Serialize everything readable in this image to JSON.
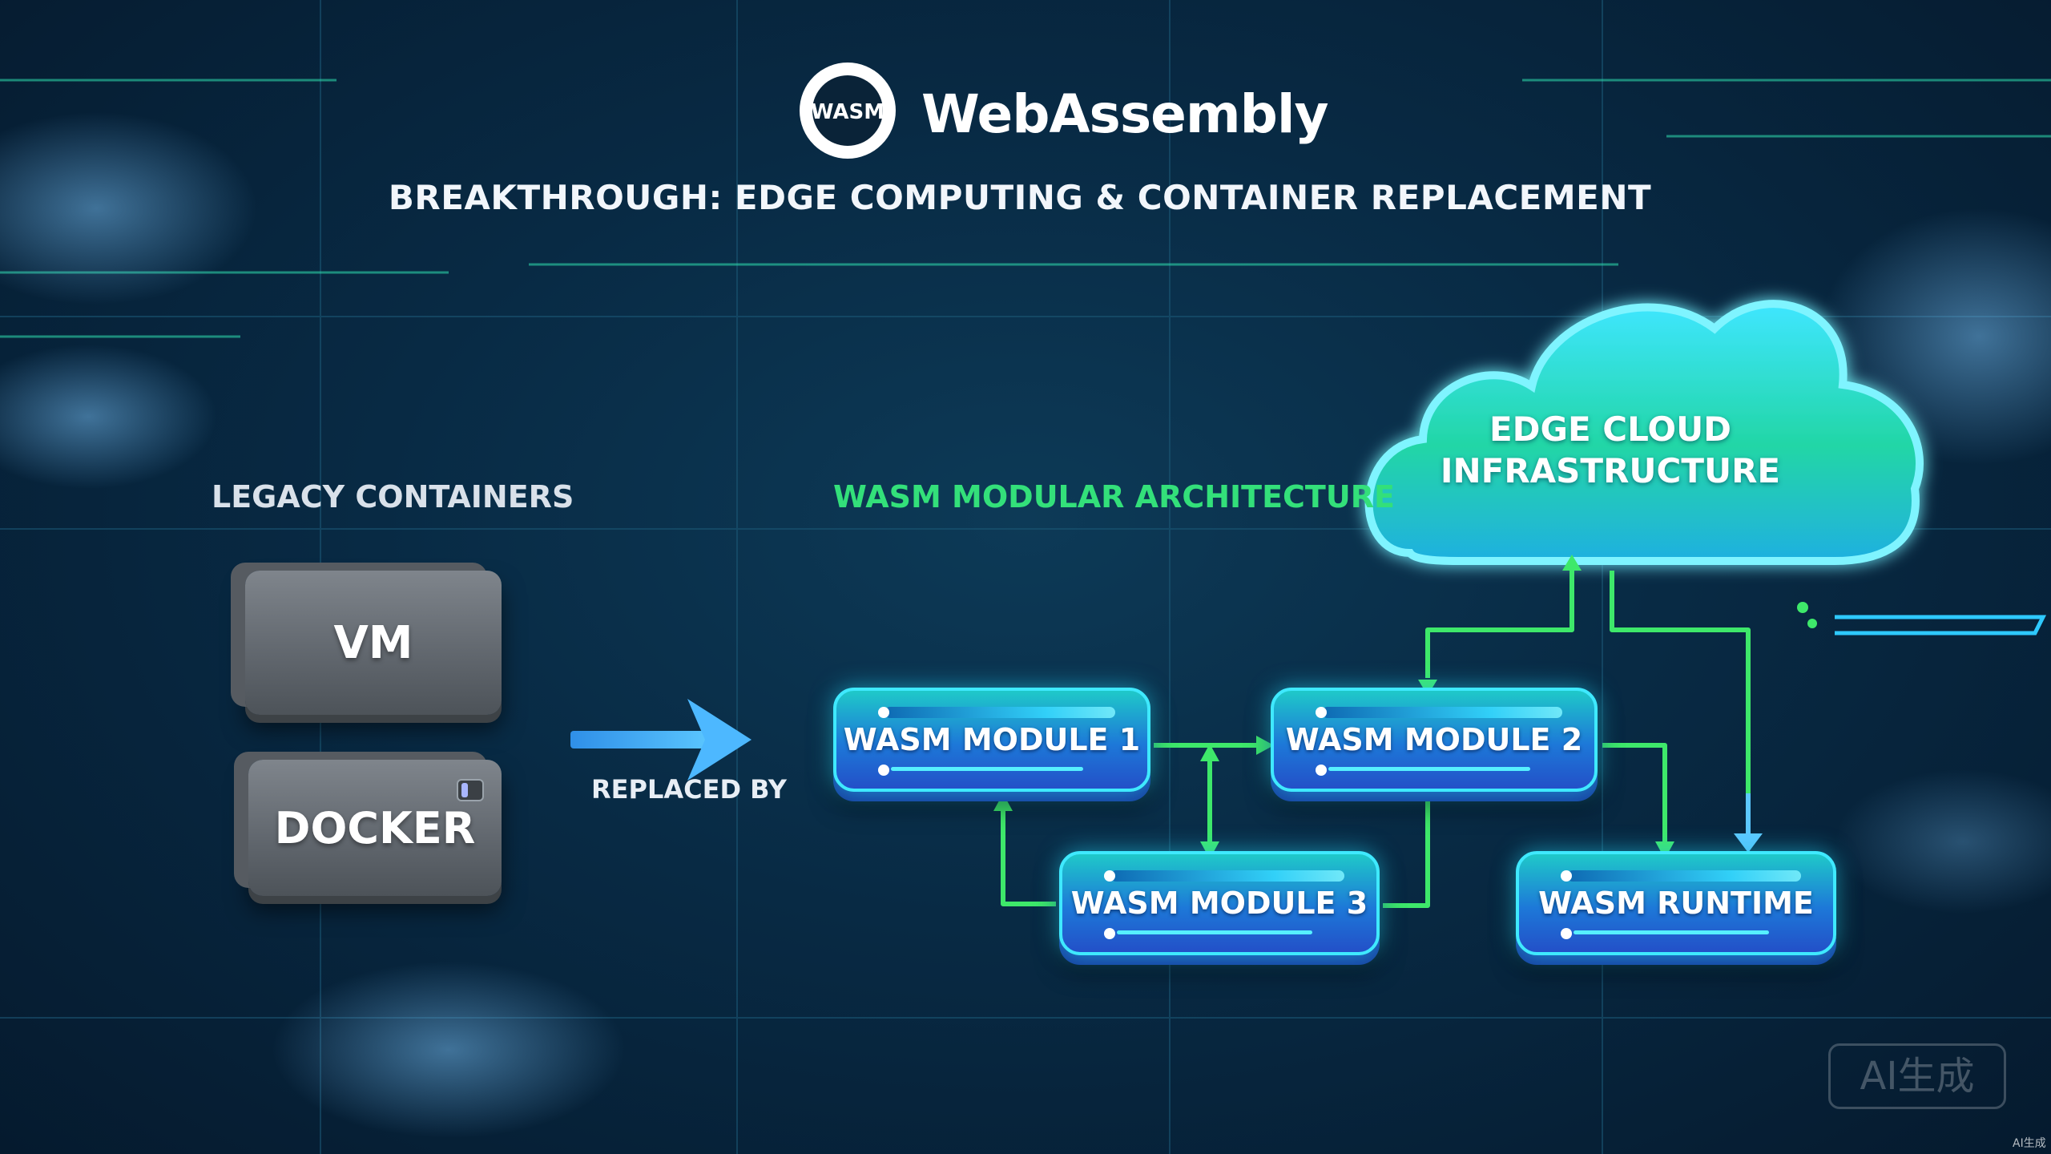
{
  "header": {
    "logo_text": "WASM",
    "brand": "WebAssembly",
    "subtitle": "BREAKTHROUGH: EDGE COMPUTING & CONTAINER REPLACEMENT"
  },
  "legacy": {
    "label": "LEGACY CONTAINERS",
    "blocks": [
      "VM",
      "DOCKER"
    ],
    "arrow_label": "REPLACED BY"
  },
  "wasm": {
    "label": "WASM MODULAR ARCHITECTURE",
    "modules": [
      "WASM MODULE 1",
      "WASM MODULE 2",
      "WASM MODULE 3"
    ],
    "runtime": "WASM RUNTIME"
  },
  "cloud": {
    "line1": "EDGE CLOUD",
    "line2": "INFRASTRUCTURE"
  },
  "watermark": {
    "badge": "AI生成",
    "corner": "AI生成"
  },
  "colors": {
    "background": "#082a44",
    "accent_green": "#33e07a",
    "connector_green": "#3ee86a",
    "module_blue": "#1d78d8",
    "module_glow": "#3fe9ff",
    "arrow_blue": "#3aa8ff",
    "legacy_gray": "#6a7077"
  }
}
